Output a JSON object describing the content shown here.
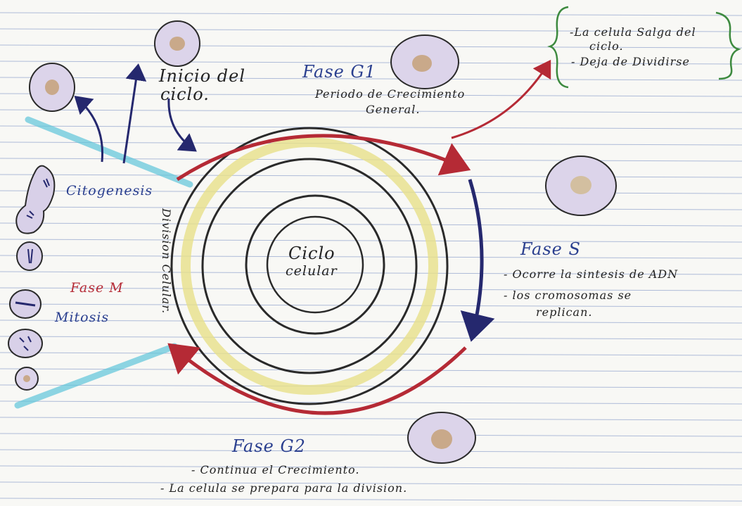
{
  "center_label": [
    "Ciclo",
    "celular"
  ],
  "inicio": [
    "Inicio del",
    "ciclo."
  ],
  "g1": {
    "title": "Fase G1",
    "lines": [
      "Periodo de Crecimiento",
      "General."
    ]
  },
  "g0_notes": [
    "-La celula Salga del",
    "ciclo.",
    "- Deja de Dividirse"
  ],
  "s_phase": {
    "title": "Fase S",
    "lines": [
      "- Ocorre la sintesis de ADN",
      "- los cromosomas se",
      "replican."
    ]
  },
  "g2": {
    "title": "Fase G2",
    "lines": [
      "- Continua el Crecimiento.",
      "- La celula se prepara para la division."
    ]
  },
  "m_phase": {
    "title": "Fase M",
    "subtitle": "Mitosis",
    "citogenesis": "Citogenesis",
    "division": "Division Celular."
  },
  "colors": {
    "red": "#b52a35",
    "navy": "#25286e",
    "blue_ink": "#2a3f8f",
    "cyan_highlight": "#5fc6da",
    "yellow_highlight": "#e7e08a",
    "green_bracket": "#3d8a3f",
    "cell_fill": "#dcd4ea",
    "nucleus_fill": "#c9a98a"
  }
}
